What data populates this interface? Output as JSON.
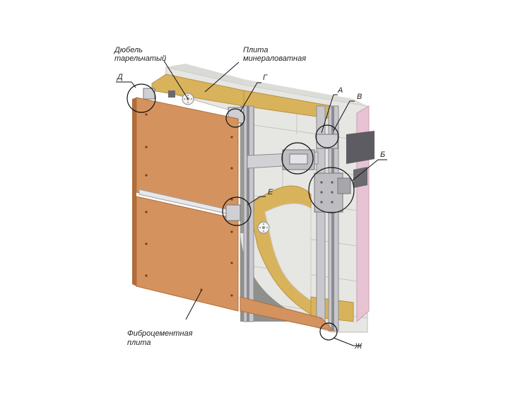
{
  "labels": {
    "dowel_line1": "Дюбель",
    "dowel_line2": "тарельчатый",
    "mineral_line1": "Плита",
    "mineral_line2": "минераловатная",
    "fiber_line1": "Фиброцементная",
    "fiber_line2": "плита"
  },
  "markers": {
    "a": "А",
    "b": "Б",
    "v": "В",
    "g": "Г",
    "d": "Д",
    "e": "Е",
    "zh": "Ж"
  },
  "colors": {
    "panel": "#d4935e",
    "panel_edge": "#b06d3a",
    "wall": "#e6e6e3",
    "brick_line": "#c9c9c5",
    "insulation": "#d9b35c",
    "membrane": "#9a9a96",
    "pink_side": "#e7c3d3",
    "dark_block": "#5c5c62",
    "rail": "#c8c8cc",
    "rail_dark": "#8c8c92"
  }
}
